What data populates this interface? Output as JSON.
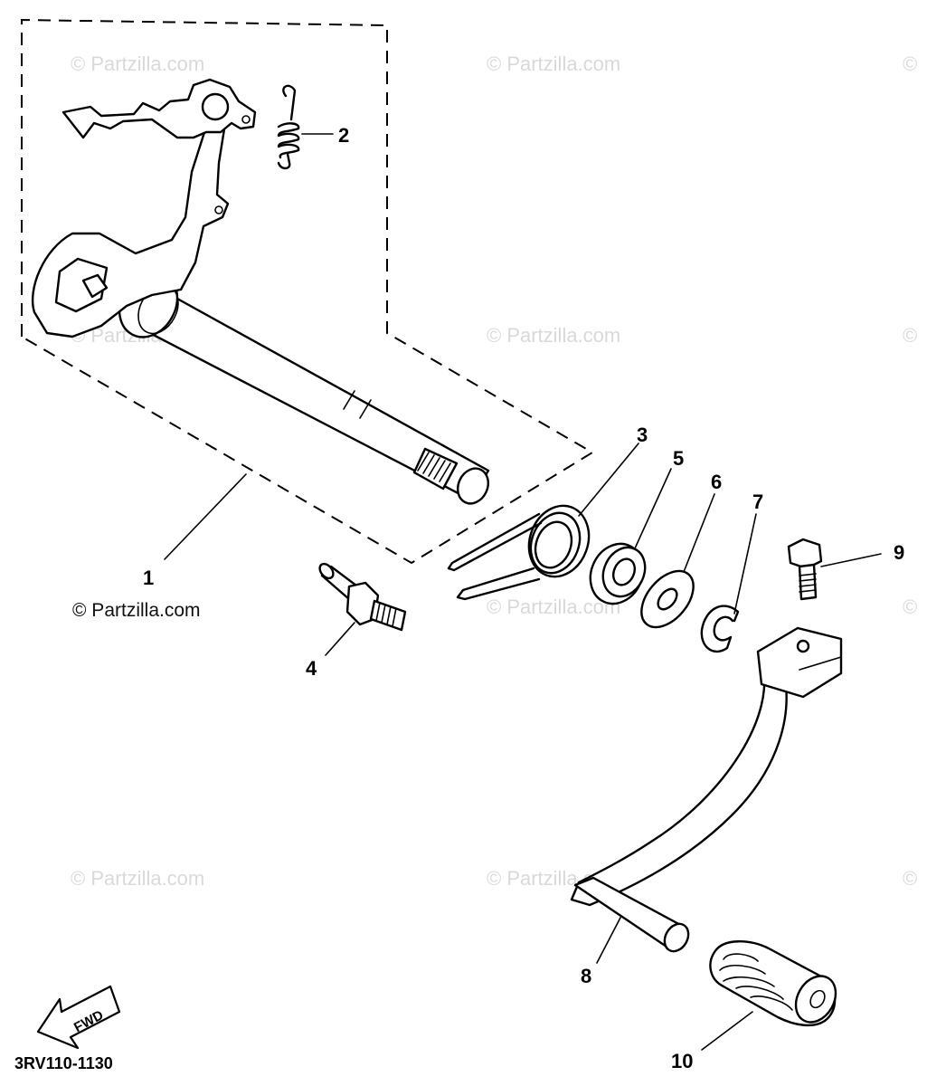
{
  "watermarks": {
    "text": "© Partzilla.com",
    "symbol": "©"
  },
  "credit": "© Partzilla.com",
  "diagram_code": "3RV110-1130",
  "fwd_label": "FWD",
  "callouts": {
    "c1": "1",
    "c2": "2",
    "c3": "3",
    "c4": "4",
    "c5": "5",
    "c6": "6",
    "c7": "7",
    "c8": "8",
    "c9": "9",
    "c10": "10"
  }
}
